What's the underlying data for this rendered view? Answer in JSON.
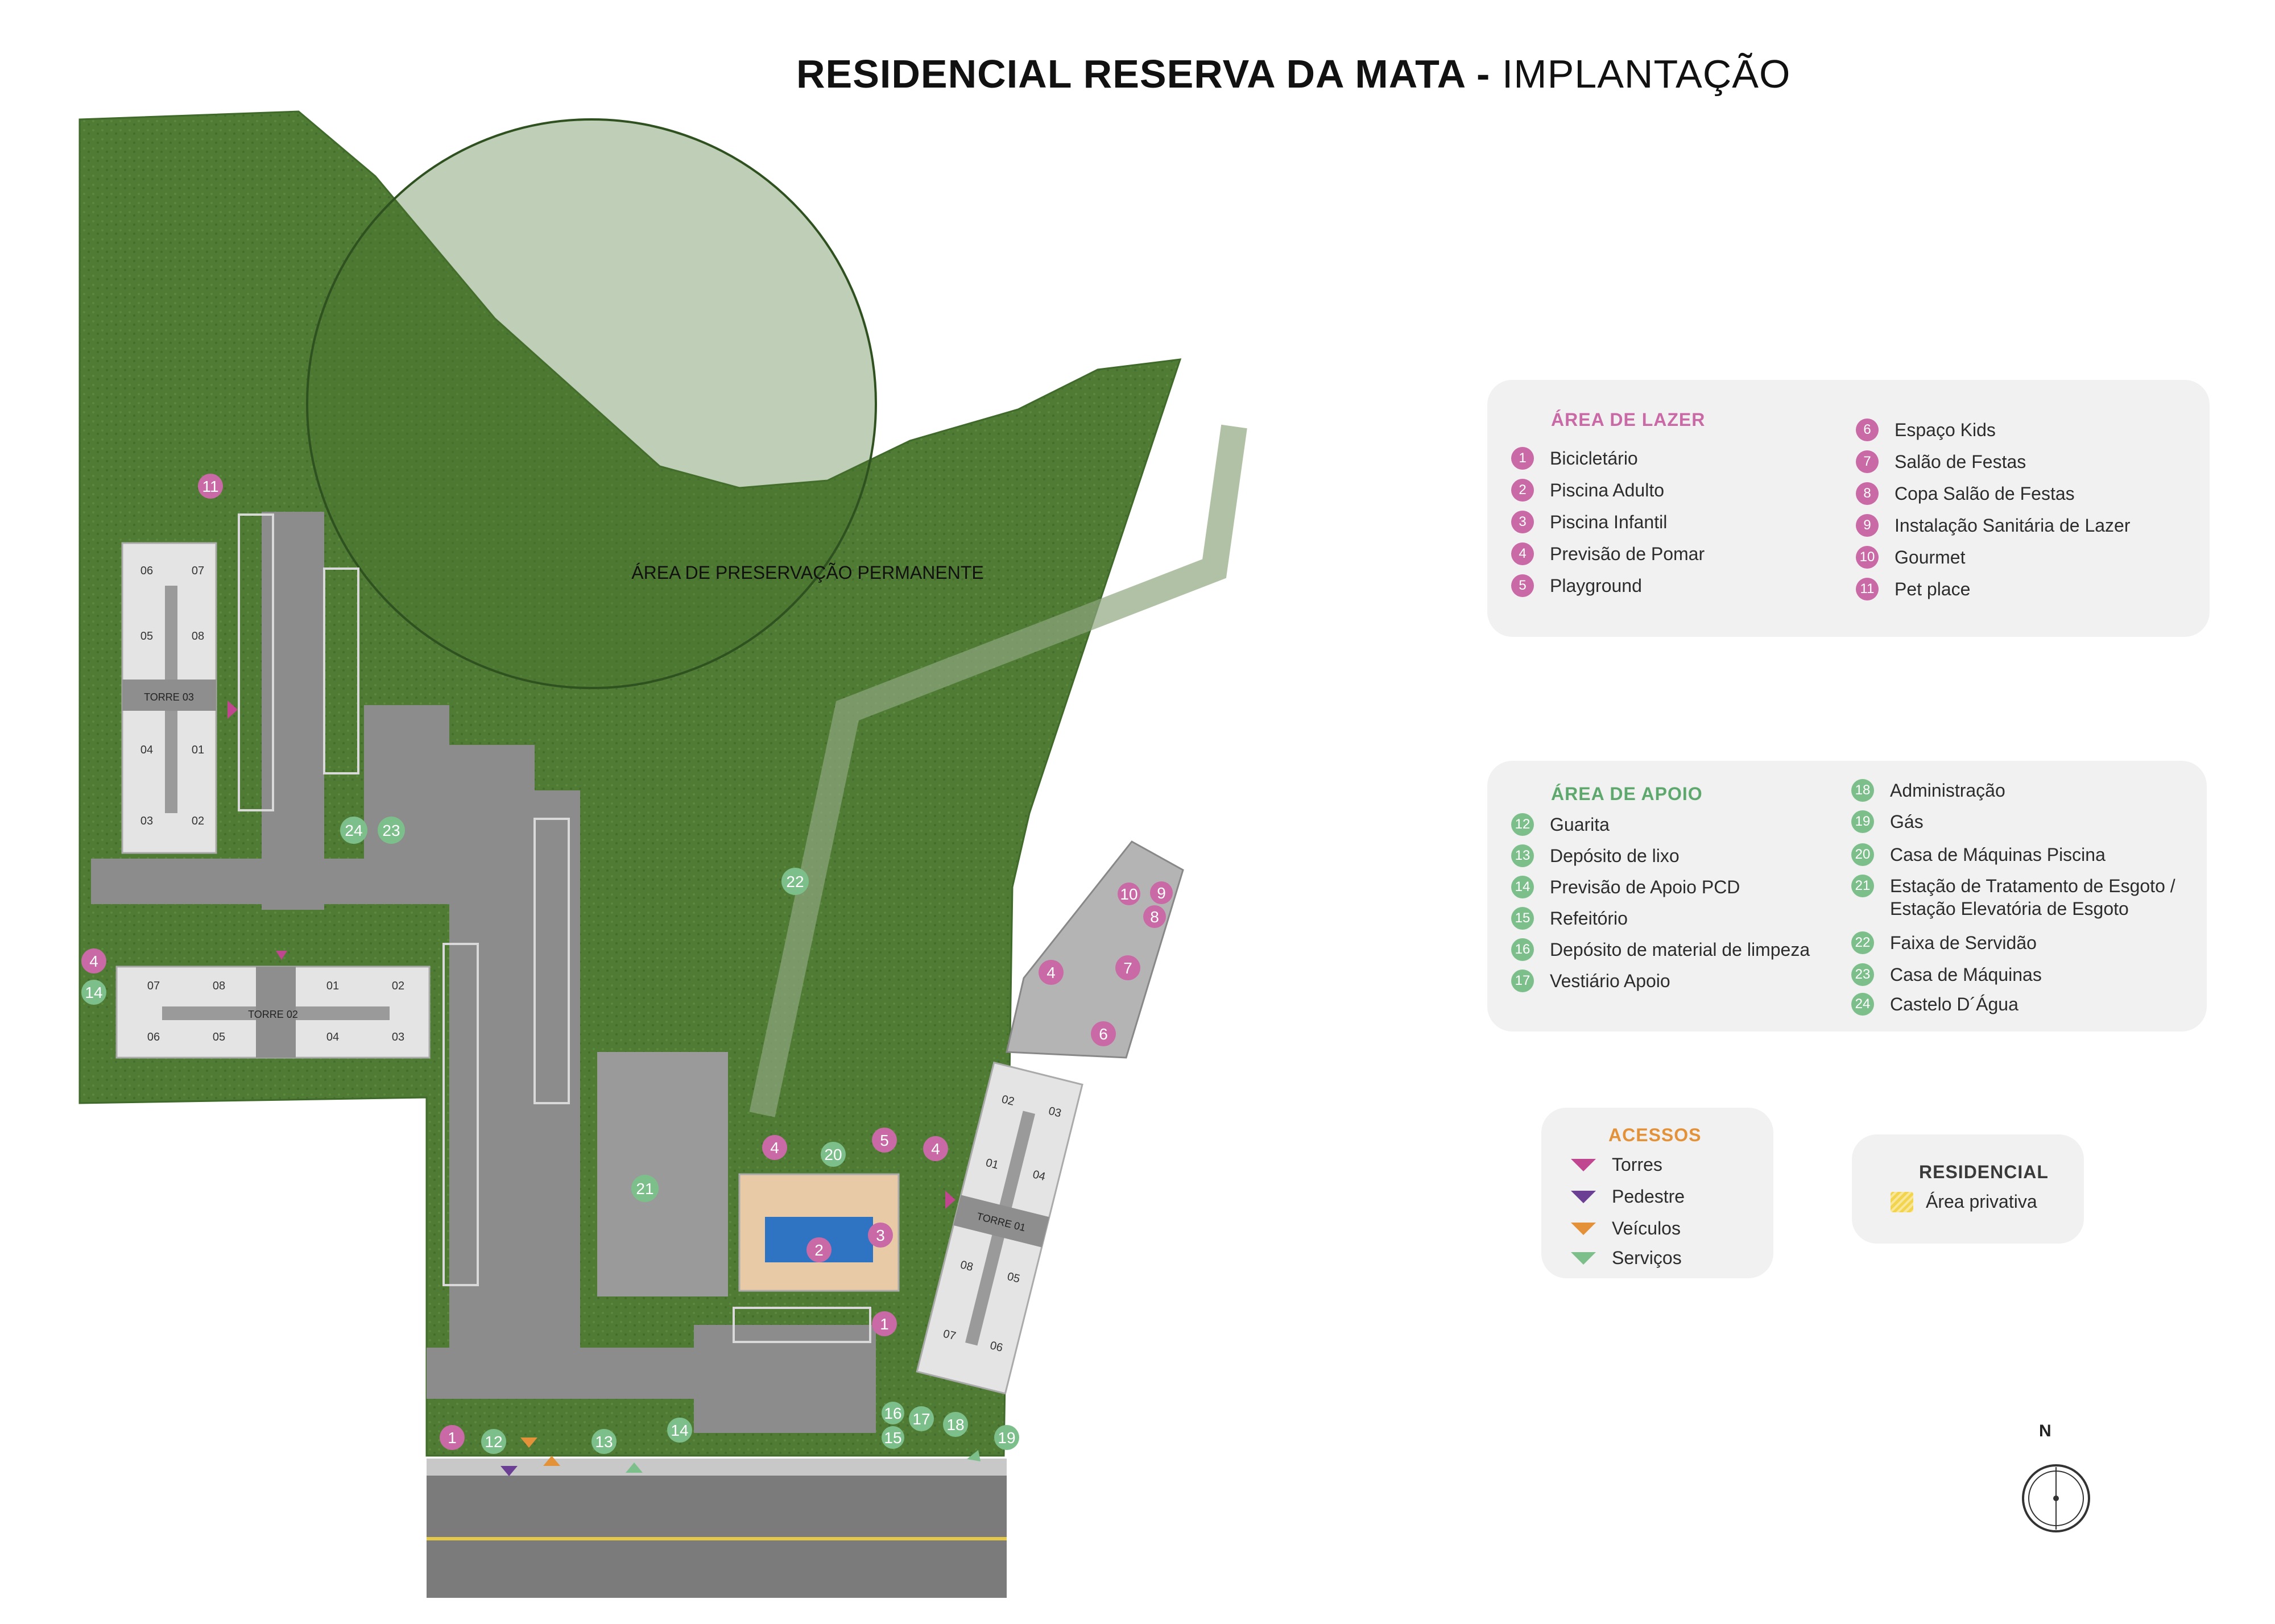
{
  "title": {
    "main": "RESIDENCIAL RESERVA DA MATA -",
    "sub": "IMPLANTAÇÃO"
  },
  "map": {
    "app_label": "ÁREA DE PRESERVAÇÃO PERMANENTE",
    "towers": {
      "torre03": {
        "name": "TORRE 03",
        "units": [
          "06",
          "07",
          "05",
          "08",
          "04",
          "01",
          "03",
          "02"
        ]
      },
      "torre02": {
        "name": "TORRE 02",
        "units": [
          "07",
          "08",
          "01",
          "02",
          "06",
          "05",
          "04",
          "03"
        ]
      },
      "torre01": {
        "name": "TORRE 01",
        "units": [
          "02",
          "03",
          "01",
          "04",
          "08",
          "05",
          "07",
          "06"
        ]
      }
    },
    "markers": [
      "11",
      "24",
      "23",
      "4",
      "14",
      "22",
      "21",
      "4",
      "5",
      "20",
      "4",
      "2",
      "3",
      "1",
      "1",
      "12",
      "13",
      "14",
      "16",
      "17",
      "18",
      "15",
      "19",
      "10",
      "9",
      "8",
      "4",
      "7",
      "6"
    ]
  },
  "legend_lazer": {
    "title": "ÁREA DE LAZER",
    "items": [
      {
        "n": "1",
        "label": "Bicicletário"
      },
      {
        "n": "2",
        "label": "Piscina Adulto"
      },
      {
        "n": "3",
        "label": "Piscina Infantil"
      },
      {
        "n": "4",
        "label": "Previsão de Pomar"
      },
      {
        "n": "5",
        "label": "Playground"
      },
      {
        "n": "6",
        "label": "Espaço Kids"
      },
      {
        "n": "7",
        "label": "Salão de Festas"
      },
      {
        "n": "8",
        "label": "Copa Salão de Festas"
      },
      {
        "n": "9",
        "label": "Instalação Sanitária de Lazer"
      },
      {
        "n": "10",
        "label": "Gourmet"
      },
      {
        "n": "11",
        "label": "Pet place"
      }
    ]
  },
  "legend_apoio": {
    "title": "ÁREA DE APOIO",
    "items": [
      {
        "n": "12",
        "label": "Guarita"
      },
      {
        "n": "13",
        "label": "Depósito de lixo"
      },
      {
        "n": "14",
        "label": "Previsão de Apoio PCD"
      },
      {
        "n": "15",
        "label": "Refeitório"
      },
      {
        "n": "16",
        "label": "Depósito de material de limpeza"
      },
      {
        "n": "17",
        "label": "Vestiário Apoio"
      },
      {
        "n": "18",
        "label": "Administração"
      },
      {
        "n": "19",
        "label": "Gás"
      },
      {
        "n": "20",
        "label": "Casa de Máquinas Piscina"
      },
      {
        "n": "21",
        "label": "Estação de Tratamento de Esgoto /"
      },
      {
        "n": "",
        "label": "Estação Elevatória de Esgoto"
      },
      {
        "n": "22",
        "label": "Faixa de Servidão"
      },
      {
        "n": "23",
        "label": "Casa de Máquinas"
      },
      {
        "n": "24",
        "label": "Castelo D´Água"
      }
    ]
  },
  "acessos": {
    "title": "ACESSOS",
    "items": [
      {
        "label": "Torres",
        "color": "#c0478f"
      },
      {
        "label": "Pedestre",
        "color": "#6b3f94"
      },
      {
        "label": "Veículos",
        "color": "#e3923a"
      },
      {
        "label": "Serviços",
        "color": "#7cbf8a"
      }
    ]
  },
  "residencial": {
    "title": "RESIDENCIAL",
    "item": "Área privativa"
  },
  "compass": "N",
  "colors": {
    "pink": "#c96aa6",
    "green": "#7cbf8a",
    "grass": "#4e7a34",
    "road": "#8c8c8c",
    "panel": "#f1f1f1"
  }
}
